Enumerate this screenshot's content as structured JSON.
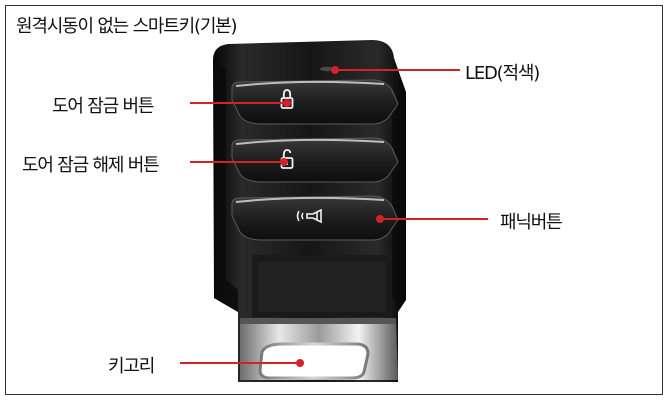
{
  "title": "원격시동이 없는 스마트키(기본)",
  "labels": {
    "led": "LED(적색)",
    "lock_button": "도어 잠금 버튼",
    "unlock_button": "도어 잠금 해제 버튼",
    "panic_button": "패닉버튼",
    "key_ring": "키고리"
  },
  "colors": {
    "leader_line": "#d6202a",
    "key_body": "#141414",
    "frame": "#333333"
  },
  "icons": [
    "lock-icon",
    "unlock-icon",
    "horn-icon"
  ]
}
